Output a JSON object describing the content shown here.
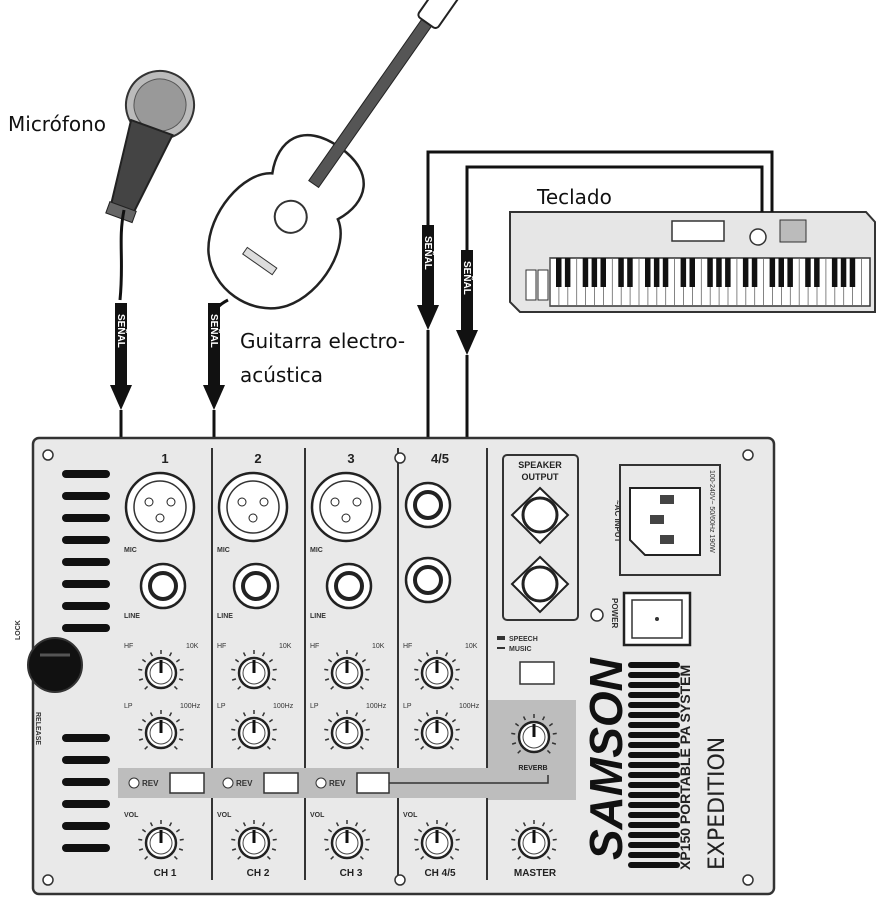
{
  "labels": {
    "microphone": "Micrófono",
    "guitar_line1": "Guitarra electro-",
    "guitar_line2": "acústica",
    "keyboard": "Teclado",
    "signal": "SEÑAL"
  },
  "mixer": {
    "channels": [
      "1",
      "2",
      "3",
      "4/5"
    ],
    "channel_footers": [
      "CH 1",
      "CH 2",
      "CH 3",
      "CH 4/5"
    ],
    "mic_label": "MIC",
    "line_label": "LINE",
    "hf_label": "HF",
    "hf_freq": "10K",
    "lf_label": "LP",
    "lf_freq": "100Hz",
    "rev_label": "REV",
    "vol_label": "VOL",
    "speaker_output": [
      "SPEAKER",
      "OUTPUT"
    ],
    "ac_input": "~AC INPUT",
    "ac_spec": "100-240V~ 50/60Hz 190W",
    "power": "POWER",
    "speech": "SPEECH",
    "music": "MUSIC",
    "reverb": "REVERB",
    "master": "MASTER",
    "lock": "LOCK",
    "release": "RELEASE",
    "brand": "SAMSON",
    "model": "XP150 PORTABLE PA SYSTEM",
    "series": "EXPEDITION"
  }
}
